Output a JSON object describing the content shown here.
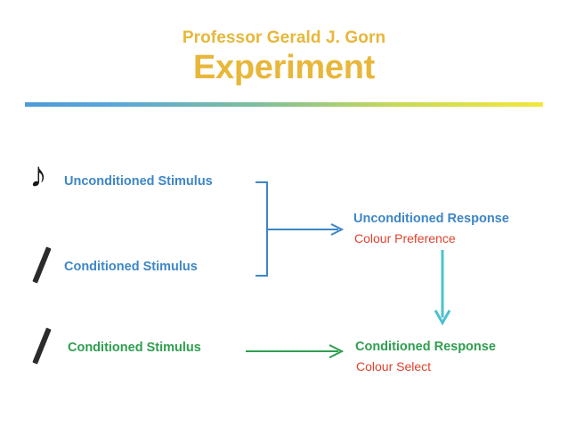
{
  "header": {
    "subtitle": "Professor Gerald J. Gorn",
    "title": "Experiment",
    "rule_colors": [
      "#4d9cd6",
      "#7fbf9c",
      "#c8d957",
      "#f2e73d"
    ]
  },
  "diagram": {
    "accent_blue": "#3d86c6",
    "accent_green": "#2f9e4f",
    "accent_red": "#e0412e",
    "nodes": [
      {
        "id": "uncond-stimulus",
        "label": "Unconditioned Stimulus",
        "icon": "music-note-icon",
        "color": "#3d86c6"
      },
      {
        "id": "cond-stimulus-top",
        "label": "Conditioned Stimulus",
        "icon": "pen-stick-icon",
        "color": "#3d86c6"
      },
      {
        "id": "cond-stimulus-bottom",
        "label": "Conditioned Stimulus",
        "icon": "pen-stick-icon",
        "color": "#2f9e4f"
      },
      {
        "id": "uncond-response",
        "label": "Unconditioned Response",
        "sub": "Colour Preference",
        "color": "#3d86c6"
      },
      {
        "id": "cond-response",
        "label": "Conditioned Response",
        "sub": "Colour Select",
        "color": "#2f9e4f"
      }
    ],
    "connectors": [
      {
        "id": "bracket-to-uncond-response",
        "color": "#3d86c6"
      },
      {
        "id": "uncond-to-cond-response",
        "color": "#4ec0cf"
      },
      {
        "id": "cond-stimulus-to-cond-response",
        "color": "#2f9e4f"
      }
    ]
  }
}
